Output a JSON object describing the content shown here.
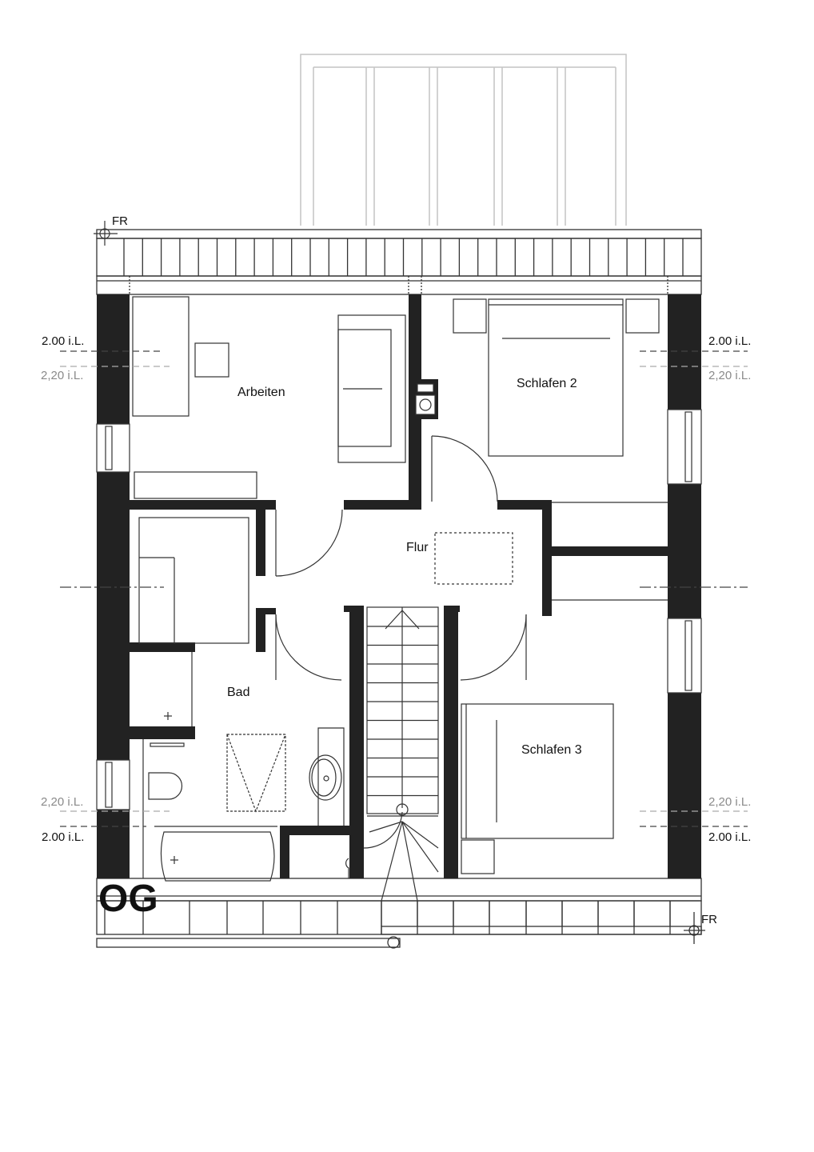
{
  "plan": {
    "floor_label": "OG",
    "roof_marker": "FR",
    "rooms": {
      "arbeiten": "Arbeiten",
      "schlafen2": "Schlafen 2",
      "flur": "Flur",
      "bad": "Bad",
      "schlafen3": "Schlafen 3"
    },
    "heights": {
      "h200": "2.00 i.L.",
      "h220": "2,20 i.L."
    }
  },
  "colors": {
    "wall": "#222222",
    "line": "#333333",
    "faint": "#bbbbbb"
  }
}
